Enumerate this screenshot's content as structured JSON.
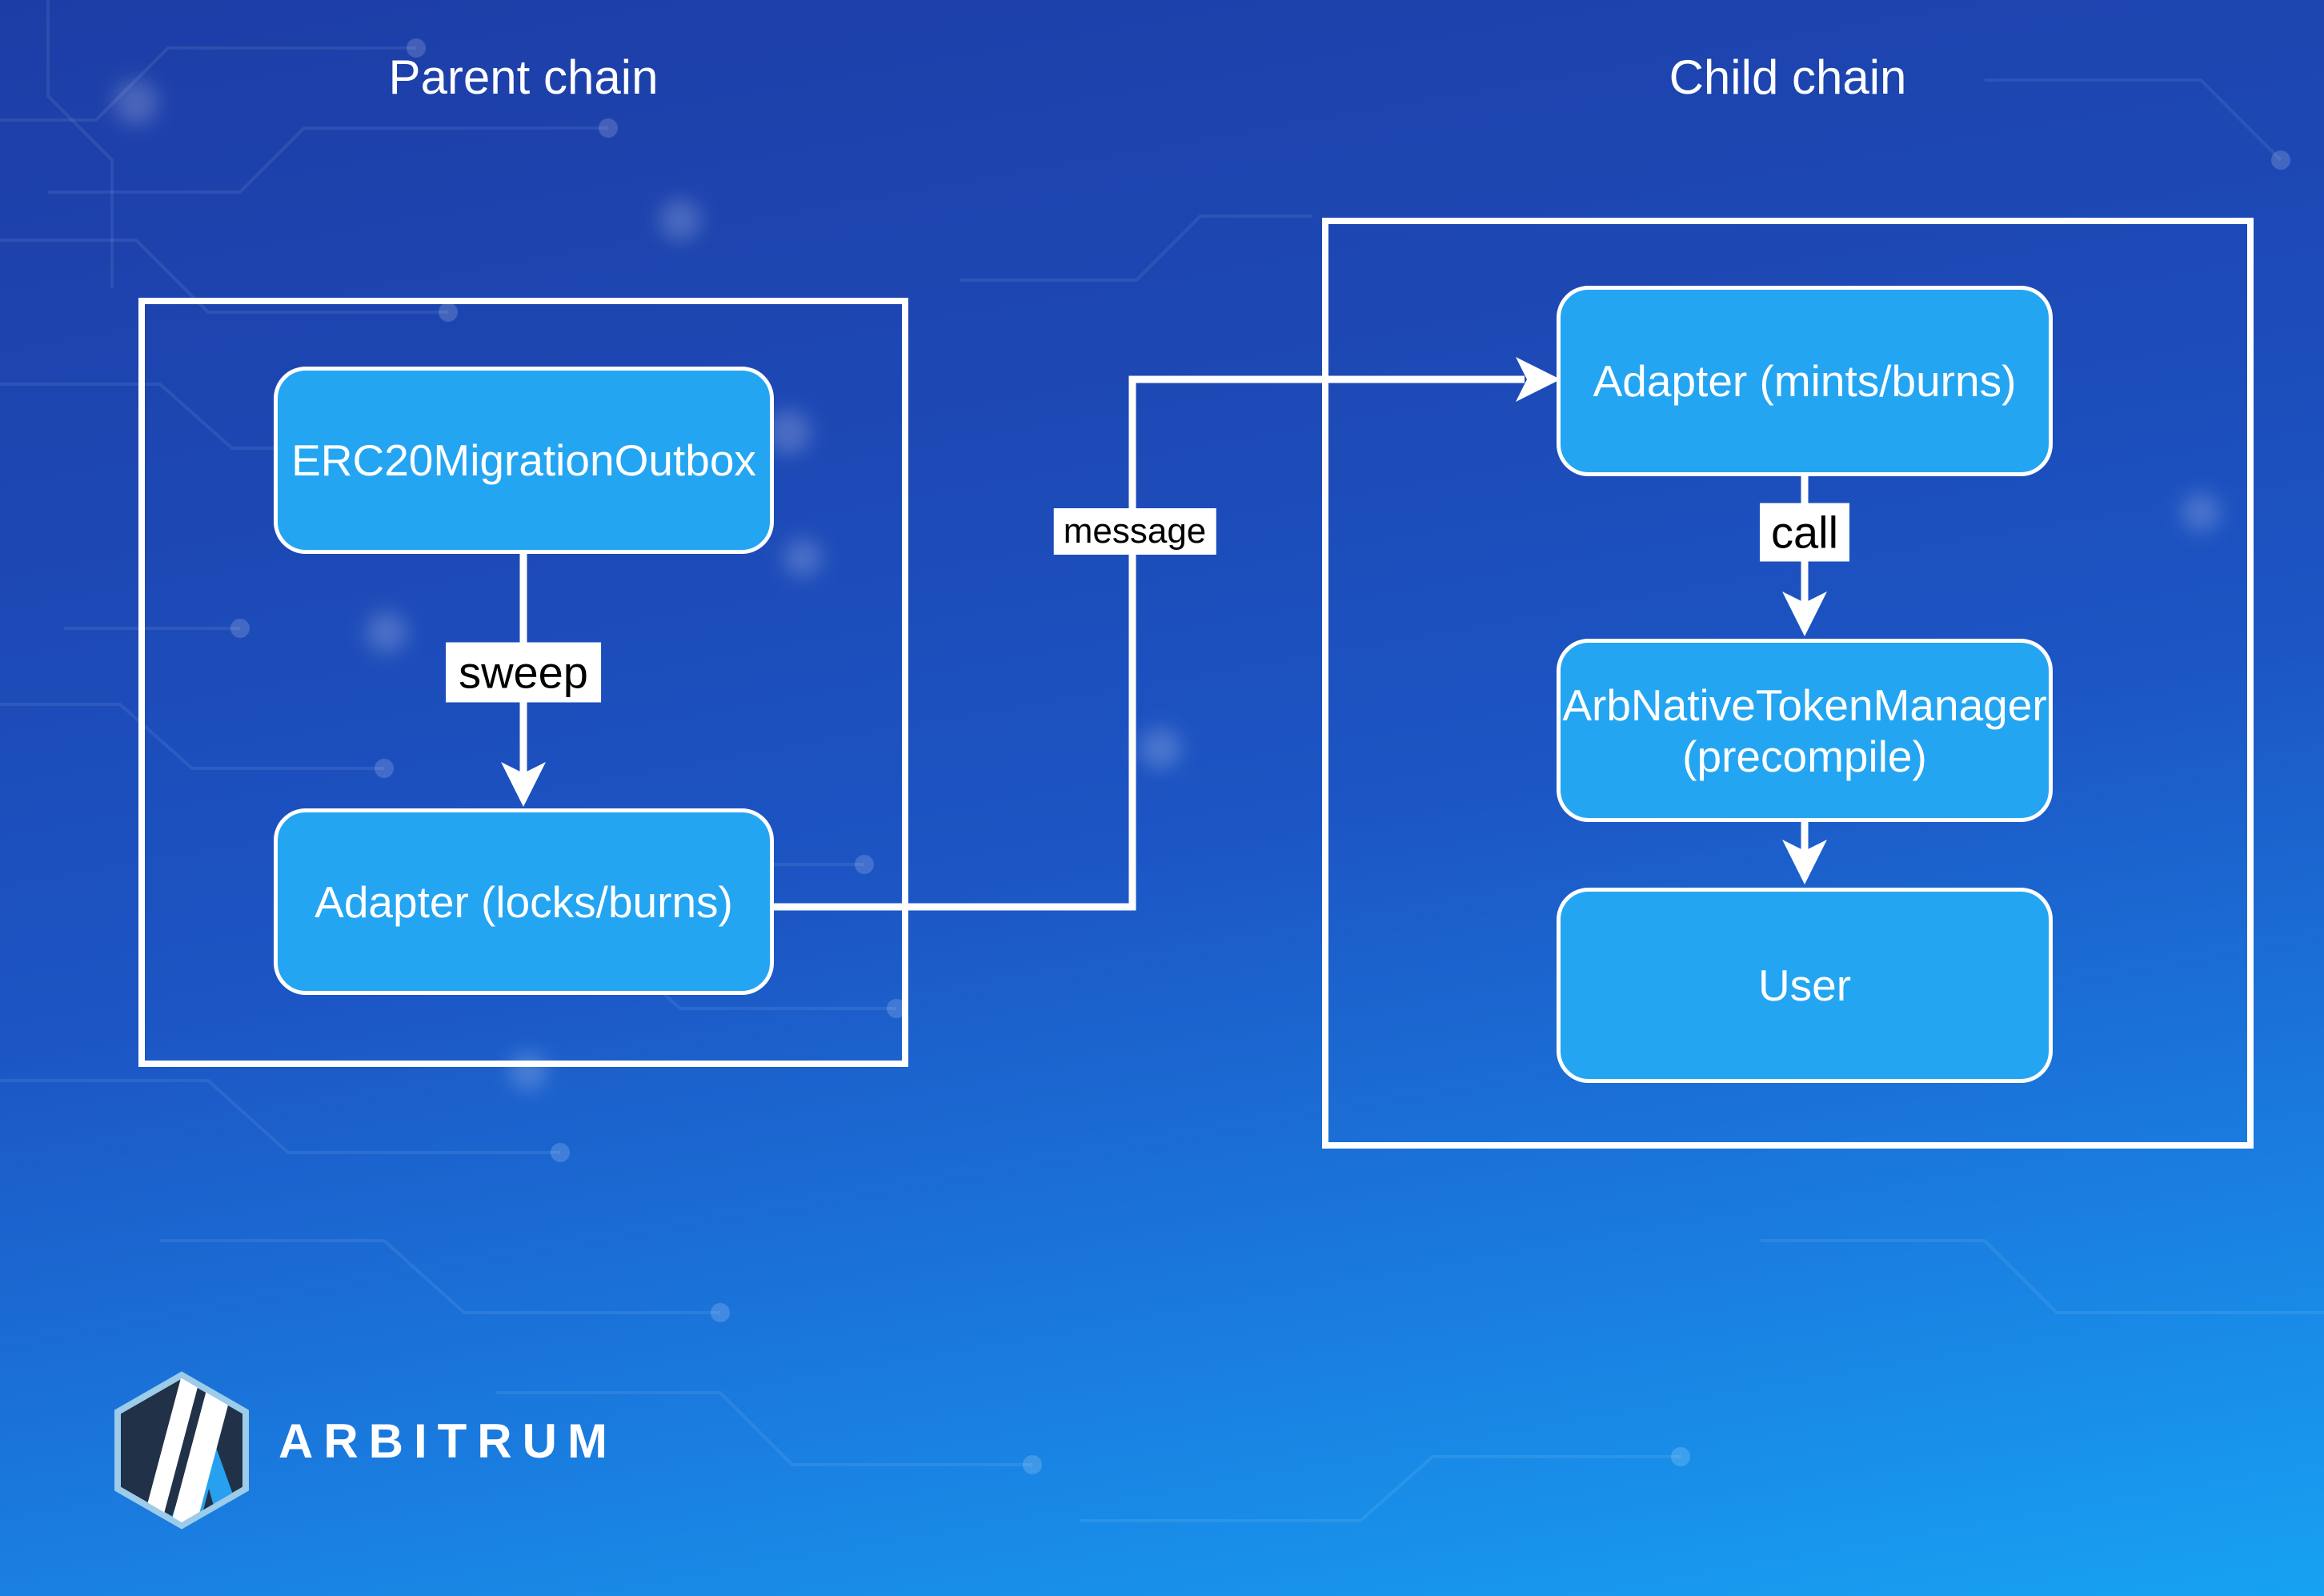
{
  "labels": {
    "parent_chain": "Parent chain",
    "child_chain": "Child chain"
  },
  "nodes": {
    "erc20_outbox": "ERC20MigrationOutbox",
    "adapter_locks": "Adapter (locks/burns)",
    "adapter_mints": "Adapter (mints/burns)",
    "arb_native_line1": "ArbNativeTokenManager",
    "arb_native_line2": "(precompile)",
    "user": "User"
  },
  "edges": {
    "sweep": "sweep",
    "call": "call",
    "message": "message"
  },
  "brand": {
    "wordmark": "ARBITRUM",
    "logo_icon": "arbitrum-hexagon-icon"
  },
  "colors": {
    "bg_top": "#1d3da6",
    "bg_mid": "#1c55c4",
    "bg_bottom": "#17a2f3",
    "node_fill": "#24a5f2",
    "node_border": "#ffffff",
    "node_text": "#ffffff",
    "container_border": "#ffffff",
    "edge_color": "#ffffff",
    "edge_label_bg": "#ffffff",
    "edge_label_text": "#000000",
    "logo_hex_fill": "#213147",
    "logo_hex_stroke": "#9dcbea",
    "logo_accent": "#28a0f0"
  }
}
